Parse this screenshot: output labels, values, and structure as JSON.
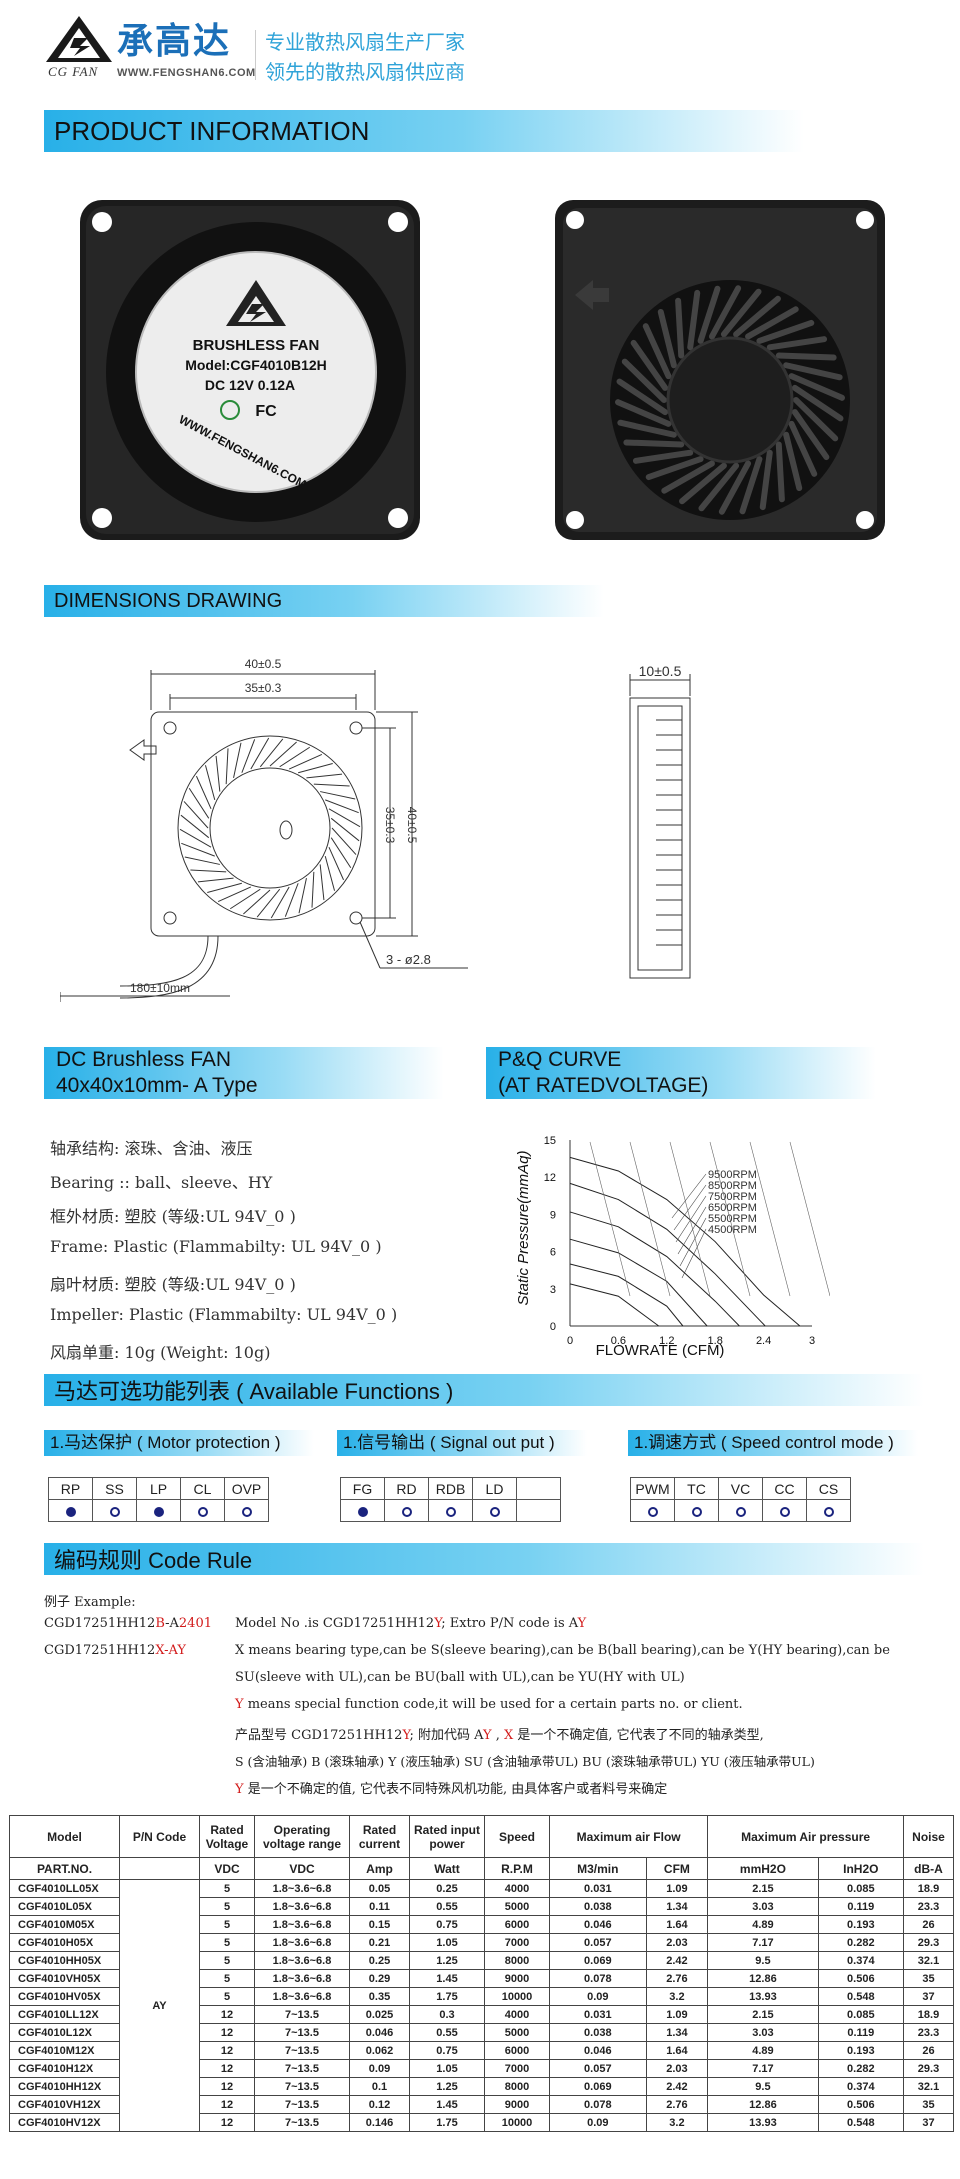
{
  "header": {
    "logo_text": "CG FAN",
    "brand_cn": "承高达",
    "url": "WWW.FENGSHAN6.COM",
    "slogan_1": "专业散热风扇生产厂家",
    "slogan_2": "领先的散热风扇供应商"
  },
  "sections": {
    "product_info": "PRODUCT  INFORMATION",
    "dimensions": "DIMENSIONS  DRAWING",
    "dc_line1": "DC  Brushless  FAN",
    "dc_line2": "40x40x10mm- A Type",
    "pq_line1": "P&Q  CURVE",
    "pq_line2": "(AT  RATEDVOLTAGE)",
    "functions": "马达可选功能列表 ( Available  Functions )",
    "code_rule": "编码规则 Code  Rule"
  },
  "fan_label": {
    "line1": "BRUSHLESS FAN",
    "line2": "Model:CGF4010B12H",
    "line3": "DC 12V  0.12A",
    "line4": "WWW.FENGSHAN6.COM",
    "fc": "FC"
  },
  "dimensions": {
    "width_outer": "40±0.5",
    "width_inner": "35±0.3",
    "height_inner": "35±0.3",
    "height_outer": "40±0.5",
    "holes": "3 - ø2.8",
    "cable": "180±10mm",
    "thickness": "10±0.5"
  },
  "specs": [
    "轴承结构: 滚珠、含油、液压",
    "Bearing :: ball、sleeve、HY",
    "框外材质: 塑胶 (等级:UL 94V_0 )",
    "Frame: Plastic (Flammabilty: UL 94V_0 )",
    "扇叶材质: 塑胶 (等级:UL 94V_0 )",
    "Impeller: Plastic  (Flammabilty: UL 94V_0 )",
    "风扇单重: 10g  (Weight: 10g)"
  ],
  "pq_chart": {
    "ylabel": "Static  Pressure(mmAq)",
    "xlabel": "FLOWRATE (CFM)",
    "yticks": [
      "15",
      "12",
      "9",
      "6",
      "3",
      "0"
    ],
    "xticks": [
      "0",
      "0.6",
      "1.2",
      "1.8",
      "2.4",
      "3"
    ],
    "rpm_labels": [
      "9500RPM",
      "8500RPM",
      "7500RPM",
      "6500RPM",
      "5500RPM",
      "4500RPM"
    ]
  },
  "chart_data": {
    "type": "line",
    "xlabel": "FLOWRATE (CFM)",
    "ylabel": "Static  Pressure(mmAq)",
    "xlim": [
      0,
      3
    ],
    "ylim": [
      0,
      15
    ],
    "series": [
      {
        "name": "9500RPM",
        "x": [
          0,
          0.6,
          1.2,
          1.8,
          2.4,
          2.85
        ],
        "y": [
          13.6,
          12.5,
          10.2,
          6.8,
          2.5,
          0
        ]
      },
      {
        "name": "8500RPM",
        "x": [
          0,
          0.6,
          1.2,
          1.8,
          2.42
        ],
        "y": [
          11.5,
          10.2,
          7.8,
          4.2,
          0
        ]
      },
      {
        "name": "7500RPM",
        "x": [
          0,
          0.6,
          1.2,
          1.8,
          2.1
        ],
        "y": [
          9.2,
          8.0,
          5.6,
          2.0,
          0
        ]
      },
      {
        "name": "6500RPM",
        "x": [
          0,
          0.6,
          1.2,
          1.7
        ],
        "y": [
          7.0,
          5.9,
          3.6,
          0
        ]
      },
      {
        "name": "5500RPM",
        "x": [
          0,
          0.6,
          1.2,
          1.4
        ],
        "y": [
          5.0,
          4.0,
          1.6,
          0
        ]
      },
      {
        "name": "4500RPM",
        "x": [
          0,
          0.6,
          1.1
        ],
        "y": [
          3.4,
          2.4,
          0
        ]
      }
    ]
  },
  "functions": {
    "motor": {
      "title": "1.马达保护 ( Motor  protection )",
      "cols": [
        "RP",
        "SS",
        "LP",
        "CL",
        "OVP"
      ],
      "dots": [
        true,
        false,
        true,
        false,
        false
      ]
    },
    "signal": {
      "title": "1.信号输出 ( Signal   out  put )",
      "cols": [
        "FG",
        "RD",
        "RDB",
        "LD",
        ""
      ],
      "dots": [
        true,
        false,
        false,
        false,
        null
      ]
    },
    "speed": {
      "title": "1.调速方式 ( Speed  control mode )",
      "cols": [
        "PWM",
        "TC",
        "VC",
        "CC",
        "CS"
      ],
      "dots": [
        false,
        false,
        false,
        false,
        false
      ]
    }
  },
  "code_rule": {
    "example_label": "例子  Example:",
    "code1_a": "CGD17251HH12",
    "code1_b": "B",
    "code1_c": "-A",
    "code1_d": "2401",
    "code2_a": "CGD17251HH12",
    "code2_b": "X-AY",
    "desc1_a": "Model  No .is CGD17251HH12",
    "desc1_b": "Y",
    "desc1_c": "; Extro  P/N  code is A",
    "desc1_d": "Y",
    "x_desc1": "X  means bearing type,can be S(sleeve bearing),can be B(ball bearing),can be Y(HY bearing),can be",
    "x_desc2": "SU(sleeve with UL),can be BU(ball with UL),can be YU(HY with UL)",
    "y_letter": "Y",
    "y_desc": " means special function code,it will be used for a certain parts no. or client.",
    "cn1_a": "产品型号  CGD17251HH12",
    "cn1_b": "Y",
    "cn1_c": "; 附加代码  A",
    "cn1_d": "Y",
    "cn1_e": " , ",
    "cn1_f": "X",
    "cn1_g": " 是一个不确定值, 它代表了不同的轴承类型,",
    "cn2": "S  (含油轴承)  B  (滚珠轴承)  Y  (液压轴承)  SU  (含油轴承带UL)  BU  (滚珠轴承带UL)  YU  (液压轴承带UL)",
    "cn3_a": "Y",
    "cn3_b": " 是一个不确定的值, 它代表不同特殊风机功能, 由具体客户或者料号来确定"
  },
  "table": {
    "headers": [
      "Model",
      "P/N Code",
      "Rated Voltage",
      "Operating voltage range",
      "Rated current",
      "Rated input power",
      "Speed",
      "Maximum air Flow",
      "Maximum Air pressure",
      "Noise"
    ],
    "units": [
      "PART.NO.",
      "VDC",
      "VDC",
      "Amp",
      "Watt",
      "R.P.M",
      "M3/min",
      "CFM",
      "mmH2O",
      "InH2O",
      "dB-A"
    ],
    "pn_code": "AY",
    "rows": [
      [
        "CGF4010LL05X",
        "5",
        "1.8~3.6~6.8",
        "0.05",
        "0.25",
        "4000",
        "0.031",
        "1.09",
        "2.15",
        "0.085",
        "18.9"
      ],
      [
        "CGF4010L05X",
        "5",
        "1.8~3.6~6.8",
        "0.11",
        "0.55",
        "5000",
        "0.038",
        "1.34",
        "3.03",
        "0.119",
        "23.3"
      ],
      [
        "CGF4010M05X",
        "5",
        "1.8~3.6~6.8",
        "0.15",
        "0.75",
        "6000",
        "0.046",
        "1.64",
        "4.89",
        "0.193",
        "26"
      ],
      [
        "CGF4010H05X",
        "5",
        "1.8~3.6~6.8",
        "0.21",
        "1.05",
        "7000",
        "0.057",
        "2.03",
        "7.17",
        "0.282",
        "29.3"
      ],
      [
        "CGF4010HH05X",
        "5",
        "1.8~3.6~6.8",
        "0.25",
        "1.25",
        "8000",
        "0.069",
        "2.42",
        "9.5",
        "0.374",
        "32.1"
      ],
      [
        "CGF4010VH05X",
        "5",
        "1.8~3.6~6.8",
        "0.29",
        "1.45",
        "9000",
        "0.078",
        "2.76",
        "12.86",
        "0.506",
        "35"
      ],
      [
        "CGF4010HV05X",
        "5",
        "1.8~3.6~6.8",
        "0.35",
        "1.75",
        "10000",
        "0.09",
        "3.2",
        "13.93",
        "0.548",
        "37"
      ],
      [
        "CGF4010LL12X",
        "12",
        "7~13.5",
        "0.025",
        "0.3",
        "4000",
        "0.031",
        "1.09",
        "2.15",
        "0.085",
        "18.9"
      ],
      [
        "CGF4010L12X",
        "12",
        "7~13.5",
        "0.046",
        "0.55",
        "5000",
        "0.038",
        "1.34",
        "3.03",
        "0.119",
        "23.3"
      ],
      [
        "CGF4010M12X",
        "12",
        "7~13.5",
        "0.062",
        "0.75",
        "6000",
        "0.046",
        "1.64",
        "4.89",
        "0.193",
        "26"
      ],
      [
        "CGF4010H12X",
        "12",
        "7~13.5",
        "0.09",
        "1.05",
        "7000",
        "0.057",
        "2.03",
        "7.17",
        "0.282",
        "29.3"
      ],
      [
        "CGF4010HH12X",
        "12",
        "7~13.5",
        "0.1",
        "1.25",
        "8000",
        "0.069",
        "2.42",
        "9.5",
        "0.374",
        "32.1"
      ],
      [
        "CGF4010VH12X",
        "12",
        "7~13.5",
        "0.12",
        "1.45",
        "9000",
        "0.078",
        "2.76",
        "12.86",
        "0.506",
        "35"
      ],
      [
        "CGF4010HV12X",
        "12",
        "7~13.5",
        "0.146",
        "1.75",
        "10000",
        "0.09",
        "3.2",
        "13.93",
        "0.548",
        "37"
      ]
    ]
  }
}
